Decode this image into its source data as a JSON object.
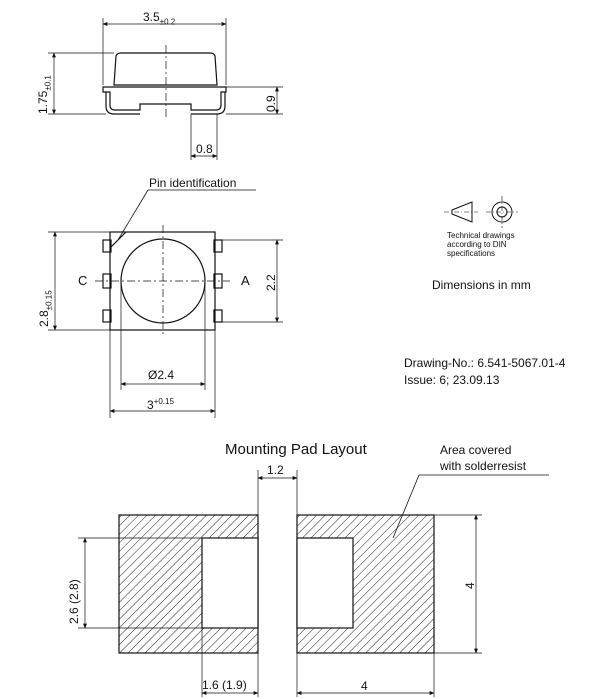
{
  "side_view": {
    "dim_width": "3.5",
    "dim_width_tol": "±0.2",
    "dim_height": "1.75",
    "dim_height_tol": "±0.1",
    "dim_lead_height": "0.9",
    "dim_lead_width": "0.8"
  },
  "top_view": {
    "pin_label": "Pin identification",
    "cathode": "C",
    "anode": "A",
    "dim_height": "2.8",
    "dim_height_tol": "±0.15",
    "dim_pad": "2.2",
    "dim_lens": "Ø2.4",
    "dim_body": "3",
    "dim_body_tol": "+0.15"
  },
  "notes": {
    "projection_text": [
      "Technical drawings",
      "according to DIN",
      "specifications"
    ],
    "units": "Dimensions in mm",
    "drawing_no": "Drawing-No.: 6.541-5067.01-4",
    "issue": "Issue: 6;   23.09.13"
  },
  "pad_layout": {
    "title": "Mounting Pad Layout",
    "solder_label_1": "Area covered",
    "solder_label_2": "with solderresist",
    "dim_gap": "1.2",
    "dim_height": "2.6 (2.8)",
    "dim_width": "1.6 (1.9)",
    "dim_total_w": "4",
    "dim_total_h": "4"
  }
}
